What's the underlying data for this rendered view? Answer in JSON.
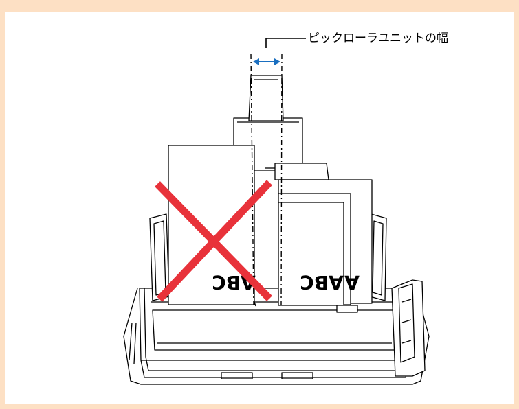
{
  "callout": {
    "label": "ピックローラユニットの幅"
  },
  "paper_left": {
    "text": "ABC"
  },
  "paper_right": {
    "text": "ABC"
  },
  "colors": {
    "page_border": "#fde0c4",
    "cross_mark": "#e8323a",
    "width_arrow": "#1a6fc0"
  },
  "icons": {
    "cross": "cross-mark-icon",
    "width_arrow": "double-arrow-icon"
  }
}
